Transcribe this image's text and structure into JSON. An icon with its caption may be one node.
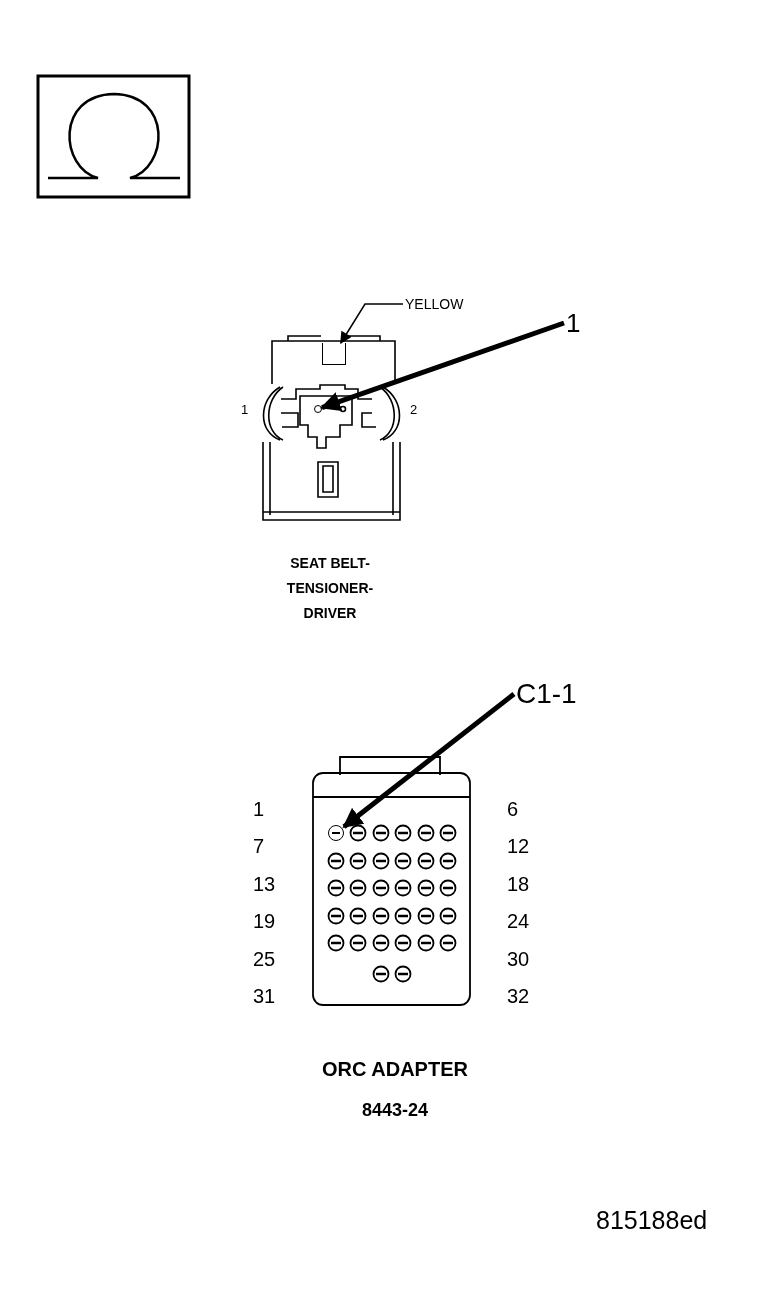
{
  "diagram": {
    "nodes": [
      {
        "text": [
          "YELLOW"
        ]
      },
      {
        "text": [],
        "shape": "box"
      },
      {
        "text": [
          "1"
        ]
      },
      {
        "text": [],
        "shape": "circle"
      },
      {
        "text": [
          "C1-1"
        ]
      },
      {
        "text": [],
        "shape": "circle"
      }
    ],
    "edges": [
      {
        "from": 0,
        "to": 1,
        "arrow": "to"
      },
      {
        "from": 2,
        "to": 3,
        "arrow": "to"
      },
      {
        "from": 4,
        "to": 5,
        "arrow": "to"
      }
    ],
    "labels": [
      "1",
      "2",
      "SEAT BELT- TENSIONER- DRIVER",
      "1",
      "6",
      "7",
      "12",
      "13",
      "18",
      "19",
      "24",
      "25",
      "30",
      "31",
      "32",
      "ORC ADAPTER",
      "8443-24",
      "815188ed"
    ]
  }
}
